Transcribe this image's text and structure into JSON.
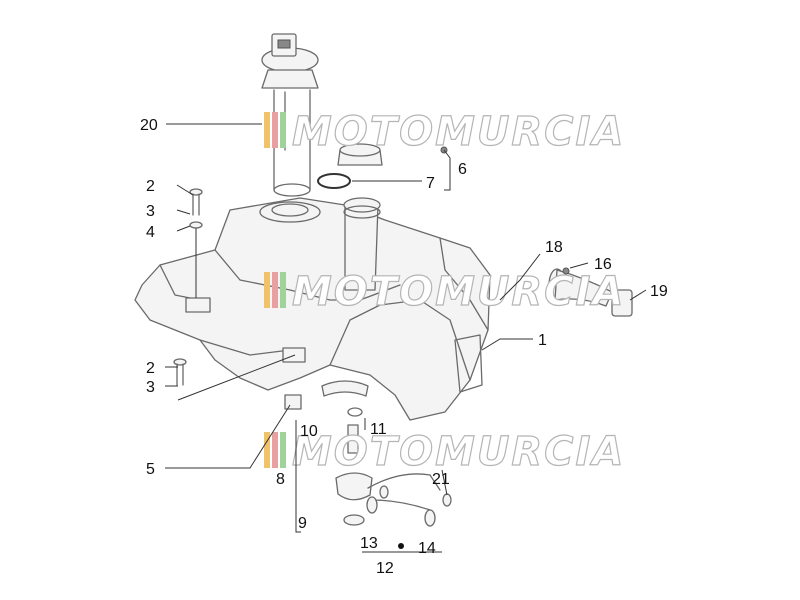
{
  "diagram": {
    "watermark": "MOTOMURCIA",
    "watermark_colors": [
      "#f0c36a",
      "#e8a0a0",
      "#9fd39a",
      "#a0a0a0"
    ],
    "labels": [
      "20",
      "2",
      "3",
      "4",
      "6",
      "7",
      "18",
      "16",
      "19",
      "1",
      "2",
      "3",
      "5",
      "10",
      "11",
      "8",
      "9",
      "21",
      "13",
      "14",
      "12"
    ]
  }
}
